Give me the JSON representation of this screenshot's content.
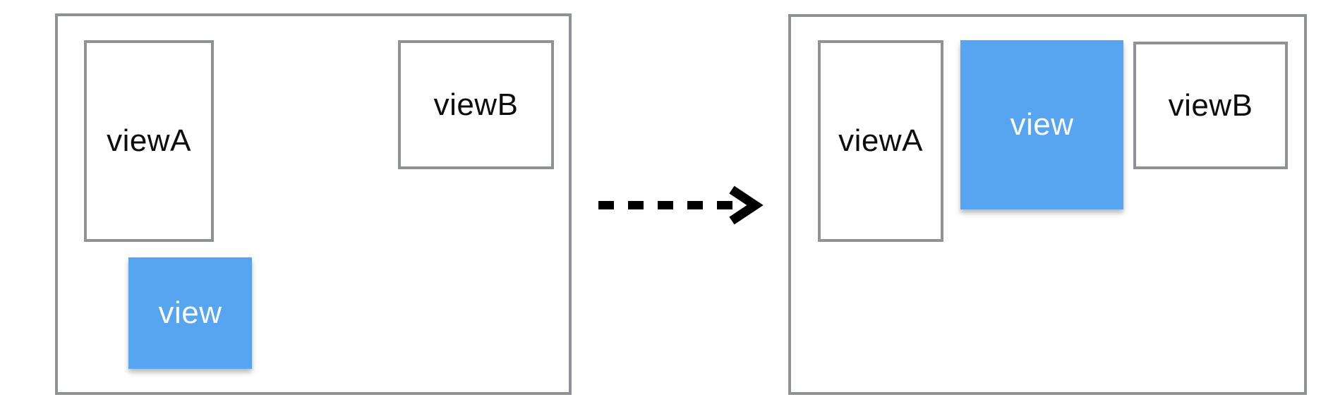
{
  "colors": {
    "background": "#ffffff",
    "border": "#8e9196",
    "view_fill": "#57a5f0",
    "label_dark": "#0d0d0d",
    "label_light": "#fafafa",
    "arrow": "#000000"
  },
  "panels": {
    "before": {
      "viewA": "viewA",
      "viewB": "viewB",
      "view": "view"
    },
    "after": {
      "viewA": "viewA",
      "viewB": "viewB",
      "view": "view"
    }
  }
}
